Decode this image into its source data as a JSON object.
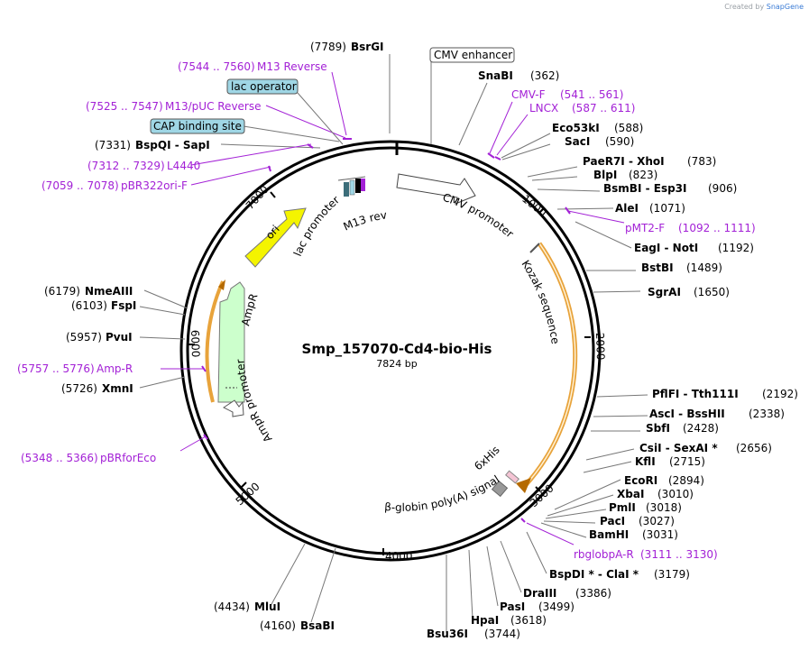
{
  "credit": {
    "prefix": "Created by",
    "brand": "SnapGene"
  },
  "plasmid": {
    "name": "Smp_157070-Cd4-bio-His",
    "length_label": "7824 bp",
    "length": 7824
  },
  "ticks": [
    {
      "pos": 1000,
      "label": "1000"
    },
    {
      "pos": 2000,
      "label": "2000"
    },
    {
      "pos": 3000,
      "label": "3000"
    },
    {
      "pos": 4000,
      "label": "4000"
    },
    {
      "pos": 5000,
      "label": "5000"
    },
    {
      "pos": 6000,
      "label": "6000"
    },
    {
      "pos": 7000,
      "label": "7000"
    }
  ],
  "sites": [
    {
      "name": "BsrGI",
      "pos_text": "(7789)",
      "pos": 7789,
      "side": "left-top"
    },
    {
      "name": "SnaBI",
      "pos_text": "(362)",
      "pos": 362,
      "side": "right"
    },
    {
      "name": "Eco53kI",
      "pos_text": "(588)",
      "pos": 588,
      "side": "right"
    },
    {
      "name": "SacI",
      "pos_text": "(590)",
      "pos": 590,
      "side": "right"
    },
    {
      "name": "PaeR7I - XhoI",
      "pos_text": "(783)",
      "pos": 783,
      "side": "right"
    },
    {
      "name": "BlpI",
      "pos_text": "(823)",
      "pos": 823,
      "side": "right"
    },
    {
      "name": "BsmBI - Esp3I",
      "pos_text": "(906)",
      "pos": 906,
      "side": "right"
    },
    {
      "name": "AleI",
      "pos_text": "(1071)",
      "pos": 1071,
      "side": "right"
    },
    {
      "name": "EagI - NotI",
      "pos_text": "(1192)",
      "pos": 1192,
      "side": "right"
    },
    {
      "name": "BstBI",
      "pos_text": "(1489)",
      "pos": 1489,
      "side": "right"
    },
    {
      "name": "SgrAI",
      "pos_text": "(1650)",
      "pos": 1650,
      "side": "right"
    },
    {
      "name": "PflFI - Tth111I",
      "pos_text": "(2192)",
      "pos": 2192,
      "side": "right"
    },
    {
      "name": "AscI - BssHII",
      "pos_text": "(2338)",
      "pos": 2338,
      "side": "right"
    },
    {
      "name": "SbfI",
      "pos_text": "(2428)",
      "pos": 2428,
      "side": "right"
    },
    {
      "name": "CsiI - SexAI *",
      "pos_text": "(2656)",
      "pos": 2656,
      "side": "right"
    },
    {
      "name": "KflI",
      "pos_text": "(2715)",
      "pos": 2715,
      "side": "right"
    },
    {
      "name": "EcoRI",
      "pos_text": "(2894)",
      "pos": 2894,
      "side": "right"
    },
    {
      "name": "XbaI",
      "pos_text": "(3010)",
      "pos": 3010,
      "side": "right"
    },
    {
      "name": "PmlI",
      "pos_text": "(3018)",
      "pos": 3018,
      "side": "right"
    },
    {
      "name": "PacI",
      "pos_text": "(3027)",
      "pos": 3027,
      "side": "right"
    },
    {
      "name": "BamHI",
      "pos_text": "(3031)",
      "pos": 3031,
      "side": "right"
    },
    {
      "name": "BspDI * - ClaI *",
      "pos_text": "(3179)",
      "pos": 3179,
      "side": "right"
    },
    {
      "name": "DraIII",
      "pos_text": "(3386)",
      "pos": 3386,
      "side": "right"
    },
    {
      "name": "PasI",
      "pos_text": "(3499)",
      "pos": 3499,
      "side": "right"
    },
    {
      "name": "HpaI",
      "pos_text": "(3618)",
      "pos": 3618,
      "side": "right"
    },
    {
      "name": "Bsu36I",
      "pos_text": "(3744)",
      "pos": 3744,
      "side": "right"
    },
    {
      "name": "BsaBI",
      "pos_text": "(4160)",
      "pos": 4160,
      "side": "left"
    },
    {
      "name": "MluI",
      "pos_text": "(4434)",
      "pos": 4434,
      "side": "left"
    },
    {
      "name": "XmnI",
      "pos_text": "(5726)",
      "pos": 5726,
      "side": "left"
    },
    {
      "name": "PvuI",
      "pos_text": "(5957)",
      "pos": 5957,
      "side": "left"
    },
    {
      "name": "FspI",
      "pos_text": "(6103)",
      "pos": 6103,
      "side": "left"
    },
    {
      "name": "NmeAIII",
      "pos_text": "(6179)",
      "pos": 6179,
      "side": "left"
    },
    {
      "name": "BspQI - SapI",
      "pos_text": "(7331)",
      "pos": 7331,
      "side": "left"
    }
  ],
  "primers": [
    {
      "name": "M13 Reverse",
      "range": "(7544 .. 7560)"
    },
    {
      "name": "M13/pUC Reverse",
      "range": "(7525 .. 7547)"
    },
    {
      "name": "L4440",
      "range": "(7312 .. 7329)"
    },
    {
      "name": "pBR322ori-F",
      "range": "(7059 .. 7078)"
    },
    {
      "name": "CMV-F",
      "range": "(541 .. 561)"
    },
    {
      "name": "LNCX",
      "range": "(587 .. 611)"
    },
    {
      "name": "pMT2-F",
      "range": "(1092 .. 1111)"
    },
    {
      "name": "rbglobpA-R",
      "range": "(3111 .. 3130)"
    },
    {
      "name": "Amp-R",
      "range": "(5757 .. 5776)"
    },
    {
      "name": "pBRforEco",
      "range": "(5348 .. 5366)"
    }
  ],
  "boxed_features": [
    {
      "name": "CMV enhancer"
    },
    {
      "name": "lac operator"
    },
    {
      "name": "CAP binding site"
    }
  ],
  "features": [
    {
      "name": "CMV promoter"
    },
    {
      "name": "Kozak sequence"
    },
    {
      "name": "6xHis"
    },
    {
      "name": "β-globin poly(A) signal"
    },
    {
      "name": "lac promoter"
    },
    {
      "name": "M13 rev"
    },
    {
      "name": "ori"
    },
    {
      "name": "AmpR"
    },
    {
      "name": "AmpR promoter"
    }
  ],
  "colors": {
    "primer": "#a321d6",
    "ori": "#f4f400",
    "ampr": "#ccffcc",
    "cds_outline": "#e8a33b",
    "lac_op_fill": "#9fd6e5",
    "backbone": "#000000"
  }
}
